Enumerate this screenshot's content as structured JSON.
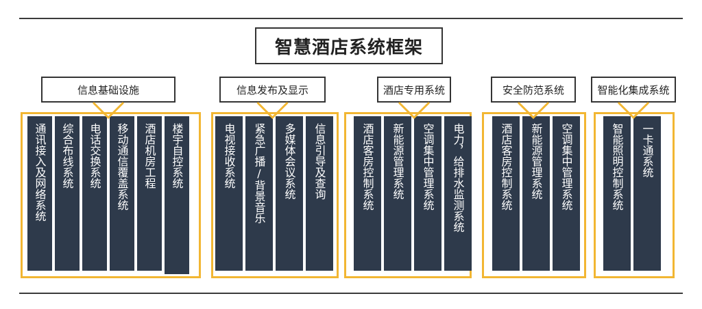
{
  "title": "智慧酒店系统框架",
  "groups": [
    {
      "label": "信息基础设施",
      "items": [
        "通讯接入及网络系统",
        "综合布线系统",
        "电话交换系统",
        "移动通信覆盖系统",
        "酒店机房工程",
        "楼宇自控系统"
      ]
    },
    {
      "label": "信息发布及显示",
      "items": [
        "电视接收系统",
        "紧急广播/背景音乐",
        "多媒体会议系统",
        "信息引导及查询"
      ]
    },
    {
      "label": "酒店专用系统",
      "items": [
        "酒店客房控制系统",
        "新能源管理系统",
        "空调集中管理系统",
        "电力，给排水监测系统"
      ]
    },
    {
      "label": "安全防范系统",
      "items": [
        "酒店客房控制系统",
        "新能源管理系统",
        "空调集中管理系统"
      ]
    },
    {
      "label": "智能化集成系统",
      "items": [
        "智能照明控制系统",
        "一卡通系统"
      ]
    }
  ],
  "colors": {
    "bar": "#2e3a4b",
    "frame": "#f2b632",
    "outline": "#333333"
  }
}
